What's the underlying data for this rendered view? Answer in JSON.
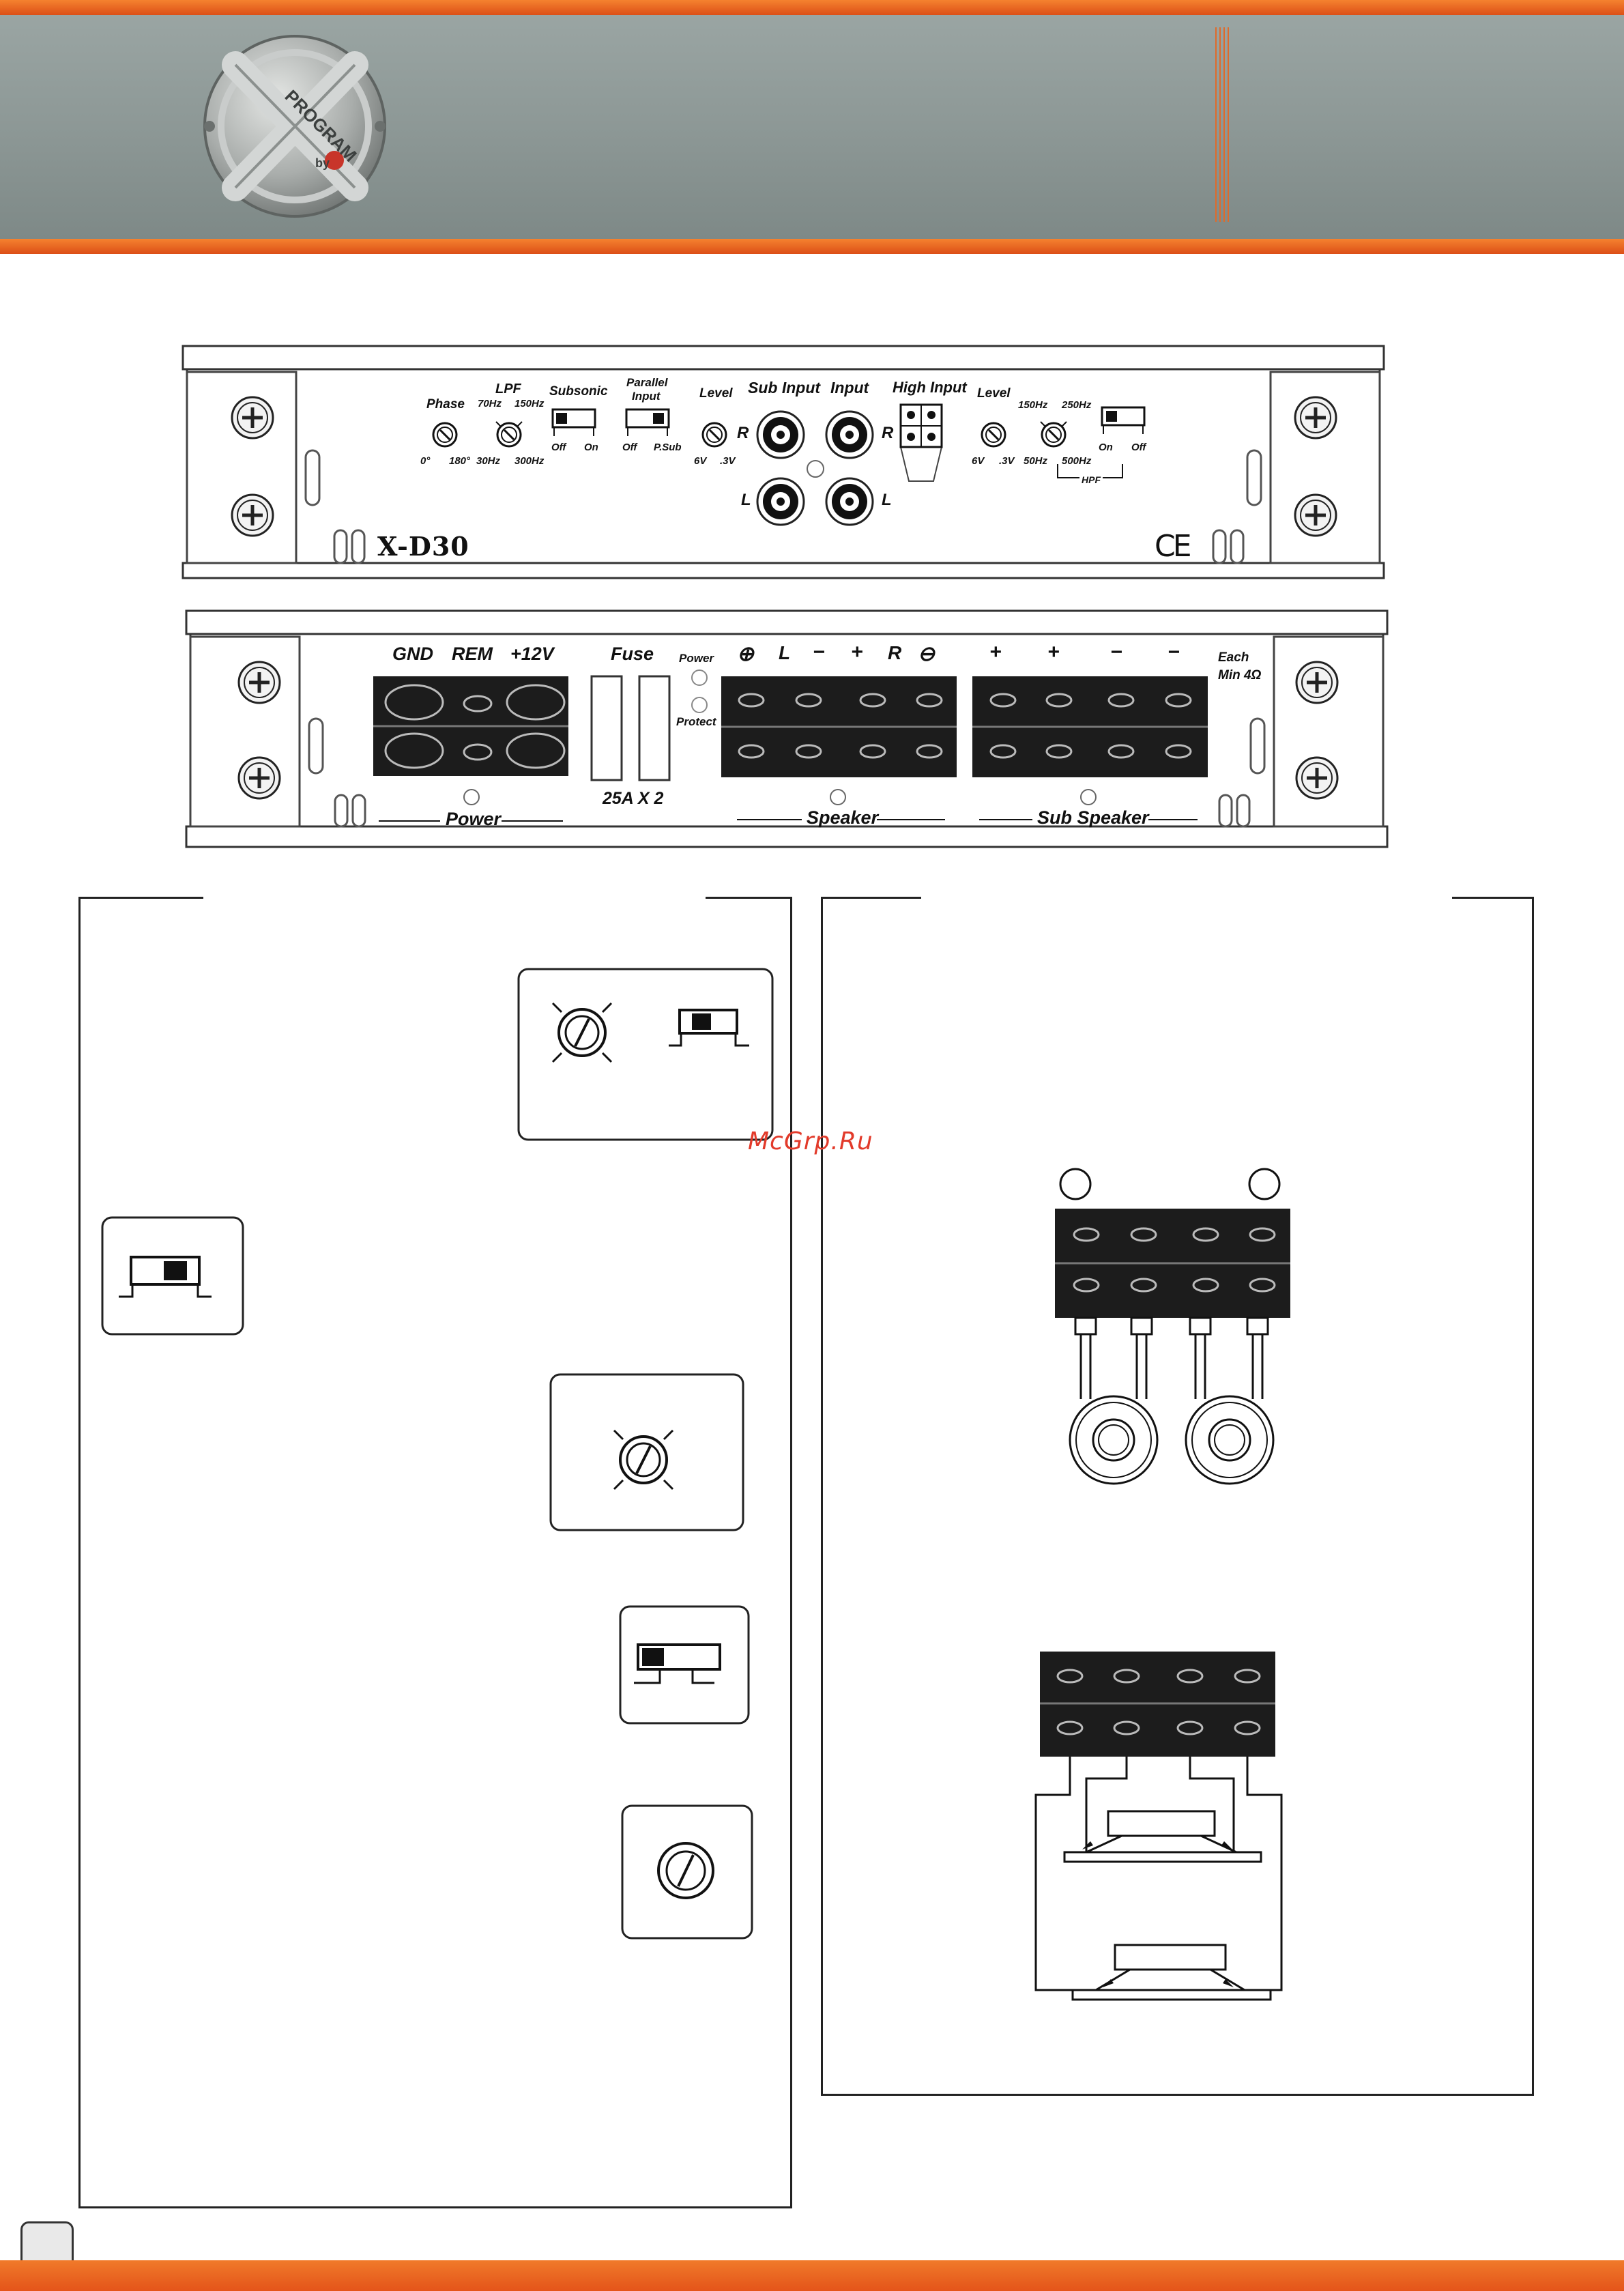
{
  "header": {
    "logo_text": "PROGRAM",
    "logo_sub": "by"
  },
  "front_panel": {
    "model": "X-D30",
    "ce_mark": "CE",
    "phase": {
      "title": "Phase",
      "left": "0°",
      "right": "180°"
    },
    "lpf": {
      "title": "LPF",
      "top_left": "70Hz",
      "top_right": "150Hz",
      "bottom_left": "30Hz",
      "bottom_right": "300Hz"
    },
    "subsonic": {
      "title": "Subsonic",
      "off": "Off",
      "on": "On"
    },
    "parallel_input": {
      "title_line1": "Parallel",
      "title_line2": "Input",
      "off": "Off",
      "psub": "P.Sub"
    },
    "level_left": {
      "title": "Level",
      "min": "6V",
      "max": ".3V"
    },
    "sub_input": {
      "title": "Sub Input",
      "r": "R",
      "l": "L"
    },
    "input": {
      "title": "Input",
      "r": "R",
      "l": "L"
    },
    "high_input": {
      "title": "High Input"
    },
    "level_right": {
      "title": "Level",
      "min": "6V",
      "max": ".3V"
    },
    "hpf": {
      "top_left": "150Hz",
      "top_right": "250Hz",
      "bottom_left": "50Hz",
      "bottom_right": "500Hz",
      "title": "HPF",
      "on": "On",
      "off": "Off"
    }
  },
  "rear_panel": {
    "power_terms": [
      "GND",
      "REM",
      "+12V"
    ],
    "power_label": "Power",
    "fuse_label": "Fuse",
    "fuse_rating": "25A X 2",
    "led_power": "Power",
    "led_protect": "Protect",
    "speaker_terms": [
      "⊕",
      "L",
      "−",
      "+",
      "R",
      "⊖"
    ],
    "speaker_label": "Speaker",
    "sub_terms": [
      "+",
      "+",
      "−",
      "−"
    ],
    "sub_label": "Sub Speaker",
    "each_line1": "Each",
    "each_line2": "Min 4Ω"
  },
  "watermark": "McGrp.Ru",
  "colors": {
    "orange": "#e9631f",
    "panel_gray": "#8e9a98",
    "terminal_block": "#1c1c1c"
  }
}
